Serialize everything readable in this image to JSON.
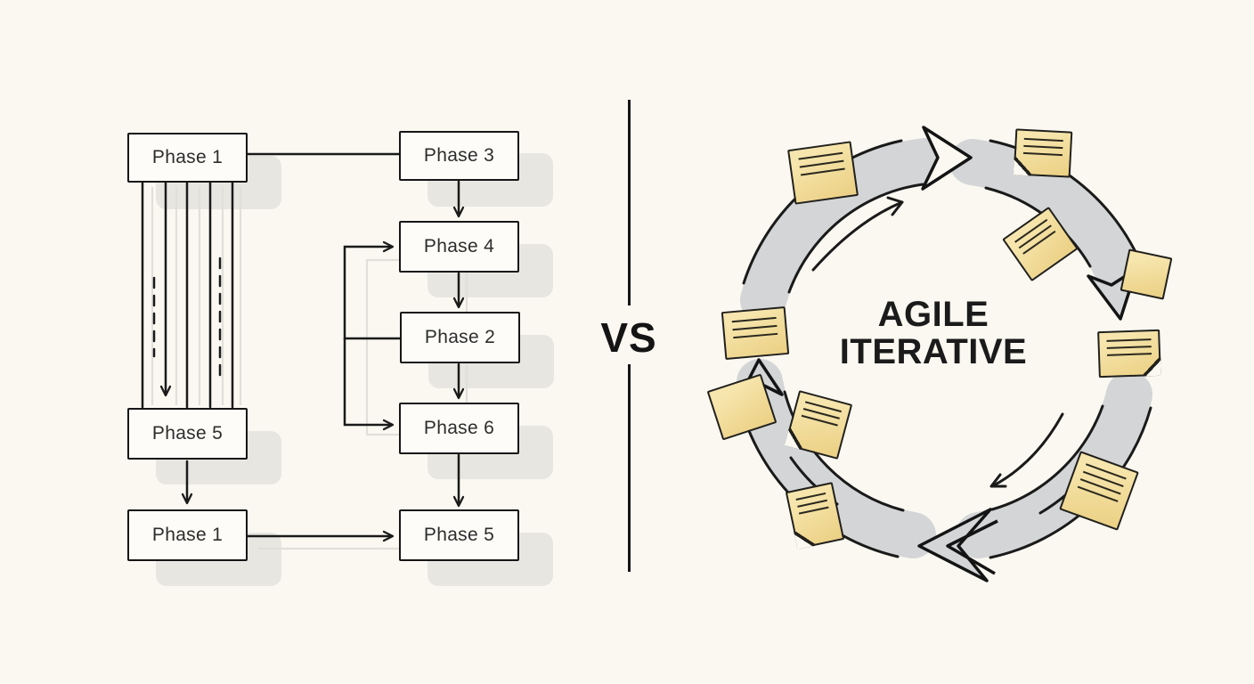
{
  "left_diagram": {
    "description": "sequential phase flowchart",
    "boxes": [
      {
        "id": "phase1_top",
        "label": "Phase 1"
      },
      {
        "id": "phase3",
        "label": "Phase 3"
      },
      {
        "id": "phase4",
        "label": "Phase 4"
      },
      {
        "id": "phase2",
        "label": "Phase 2"
      },
      {
        "id": "phase5_left",
        "label": "Phase 5"
      },
      {
        "id": "phase6",
        "label": "Phase 6"
      },
      {
        "id": "phase1_bottom",
        "label": "Phase 1"
      },
      {
        "id": "phase5_bottom",
        "label": "Phase 5"
      }
    ]
  },
  "divider": {
    "label": "VS"
  },
  "right_diagram": {
    "title_line1": "AGILE",
    "title_line2": "ITERATIVE",
    "sticky_note_count": 10,
    "cycle_arrow_count": 4
  },
  "colors": {
    "background": "#FAF8F1",
    "ink": "#1A1A1A",
    "box_fill": "#FDFCF8",
    "box_shadow": "#E7E6E1",
    "arc_gray": "#D3D5D7",
    "sticky_yellow": "#F3DFA0"
  }
}
